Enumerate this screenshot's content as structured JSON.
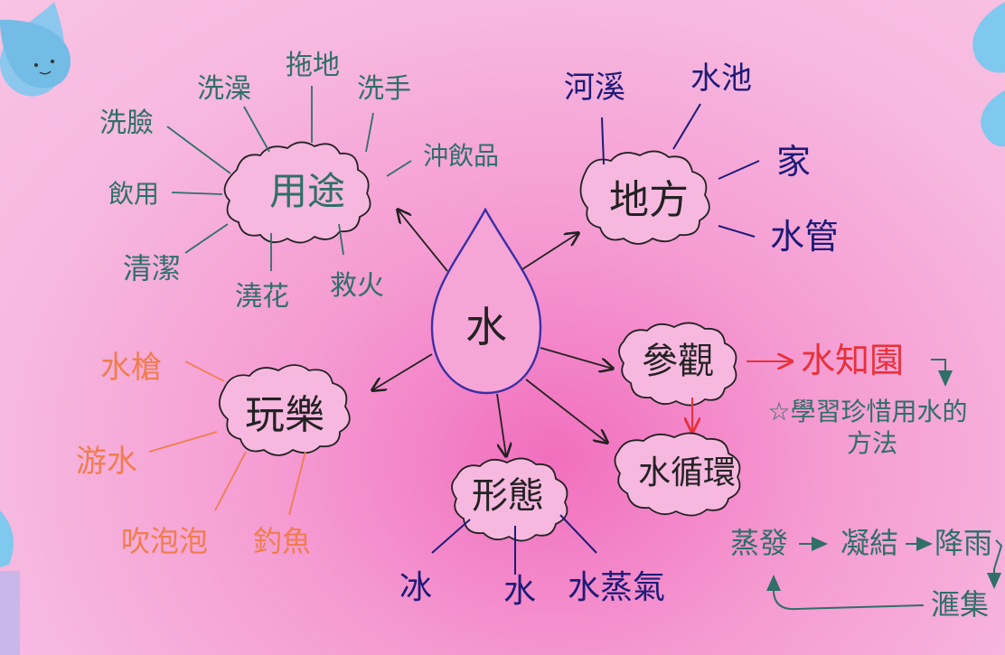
{
  "center": {
    "label": "水"
  },
  "uses": {
    "label": "用途",
    "items": [
      "洗臉",
      "洗澡",
      "拖地",
      "洗手",
      "沖飲品",
      "飲用",
      "清潔",
      "澆花",
      "救火"
    ]
  },
  "places": {
    "label": "地方",
    "items": [
      "河溪",
      "水池",
      "家",
      "水管"
    ]
  },
  "play": {
    "label": "玩樂",
    "items": [
      "水槍",
      "游水",
      "吹泡泡",
      "釣魚"
    ]
  },
  "forms": {
    "label": "形態",
    "items": [
      "冰",
      "水",
      "水蒸氣"
    ]
  },
  "visit": {
    "label": "參觀",
    "target": "水知園",
    "note_line1": "☆學習珍惜用水的",
    "note_line2": "方法"
  },
  "cycle": {
    "label": "水循環",
    "steps": [
      "蒸發",
      "凝結",
      "降雨",
      "滙集"
    ]
  },
  "colors": {
    "background": "#f7b8df",
    "accent_pink": "#f16fbe",
    "teal": "#2f6f68",
    "navy": "#1d1b78",
    "orange": "#f07d4e",
    "red": "#e8313a",
    "droplet": "#7fc8ee"
  },
  "icons": [
    "water-droplet-icon",
    "water-droplet-icon",
    "water-droplet-icon",
    "water-droplet-icon"
  ]
}
